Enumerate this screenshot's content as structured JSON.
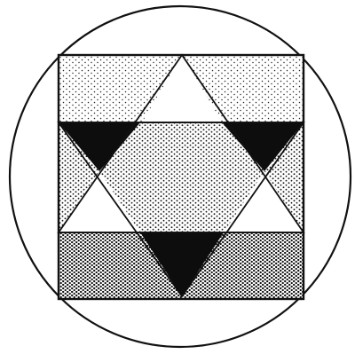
{
  "figure": {
    "description_text": "",
    "colors": {
      "ink": "#111111",
      "paper": "#ffffff",
      "light_stipple_bg": "#d8d8d8",
      "medium_stipple_bg": "#c2c2c2",
      "dense_stipple_bg": "#8a8a8a"
    },
    "elements": [
      "outer-circle",
      "inscribed-square",
      "top-band-light-stipple",
      "middle-band-medium-stipple",
      "bottom-band-dense-stipple",
      "upright-triangle",
      "inverted-triangle",
      "left-black-triangle",
      "right-black-triangle",
      "bottom-black-triangle",
      "left-white-triangle",
      "right-white-triangle",
      "top-white-triangle"
    ]
  }
}
